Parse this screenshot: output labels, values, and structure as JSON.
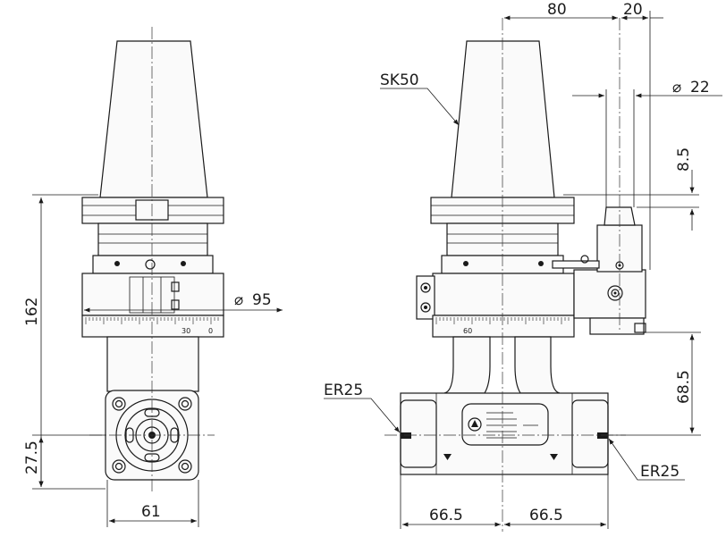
{
  "dimensions": {
    "overall_height": "162",
    "lower_height": "27.5",
    "body_width": "61",
    "diameter_95": "95",
    "top_offset_80": "80",
    "top_offset_20": "20",
    "diameter_22": "22",
    "height_8_5": "8.5",
    "height_68_5": "68.5",
    "half_width_left": "66.5",
    "half_width_right": "66.5"
  },
  "callouts": {
    "taper": "SK50",
    "collet_left": "ER25",
    "collet_right": "ER25"
  },
  "symbols": {
    "diameter": "⌀"
  },
  "scale_marks": {
    "left_a": "30",
    "left_b": "0",
    "right_a": "60"
  },
  "colors": {
    "ink": "#1a1a1a",
    "paper": "#ffffff"
  }
}
